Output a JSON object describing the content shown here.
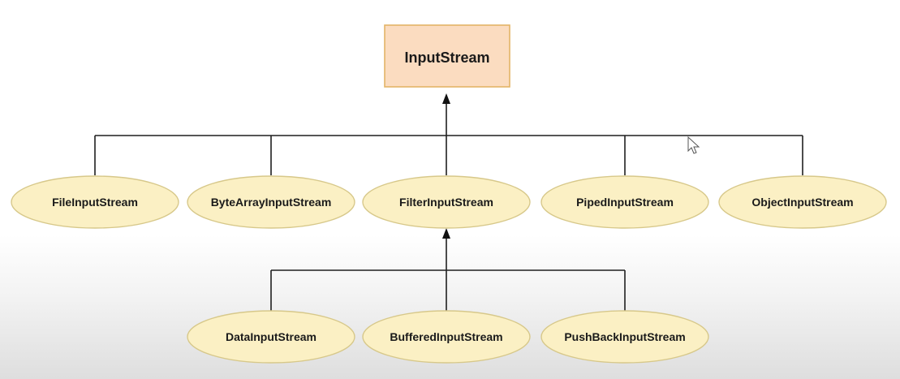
{
  "diagram": {
    "root": {
      "id": "inputstream",
      "label": "InputStream",
      "shape": "rectangle",
      "fill": "#fbdcc0",
      "stroke": "#e3b467"
    },
    "level1": [
      {
        "id": "fileinputstream",
        "label": "FileInputStream"
      },
      {
        "id": "bytearrayinputstream",
        "label": "ByteArrayInputStream"
      },
      {
        "id": "filterinputstream",
        "label": "FilterInputStream"
      },
      {
        "id": "pipedinputstream",
        "label": "PipedInputStream"
      },
      {
        "id": "objectinputstream",
        "label": "ObjectInputStream"
      }
    ],
    "level2": [
      {
        "id": "datainputstream",
        "label": "DataInputStream"
      },
      {
        "id": "bufferedinputstream",
        "label": "BufferedInputStream"
      },
      {
        "id": "pushbackinputstream",
        "label": "PushBackInputStream"
      }
    ],
    "edges": [
      {
        "from": "fileinputstream",
        "to": "inputstream"
      },
      {
        "from": "bytearrayinputstream",
        "to": "inputstream"
      },
      {
        "from": "filterinputstream",
        "to": "inputstream"
      },
      {
        "from": "pipedinputstream",
        "to": "inputstream"
      },
      {
        "from": "objectinputstream",
        "to": "inputstream"
      },
      {
        "from": "datainputstream",
        "to": "filterinputstream"
      },
      {
        "from": "bufferedinputstream",
        "to": "filterinputstream"
      },
      {
        "from": "pushbackinputstream",
        "to": "filterinputstream"
      }
    ],
    "ellipse_fill": "#fbf0c4",
    "ellipse_stroke": "#d7c88a",
    "line_color": "#1f1f1f"
  },
  "cursor": {
    "icon": "mouse-pointer-icon"
  }
}
